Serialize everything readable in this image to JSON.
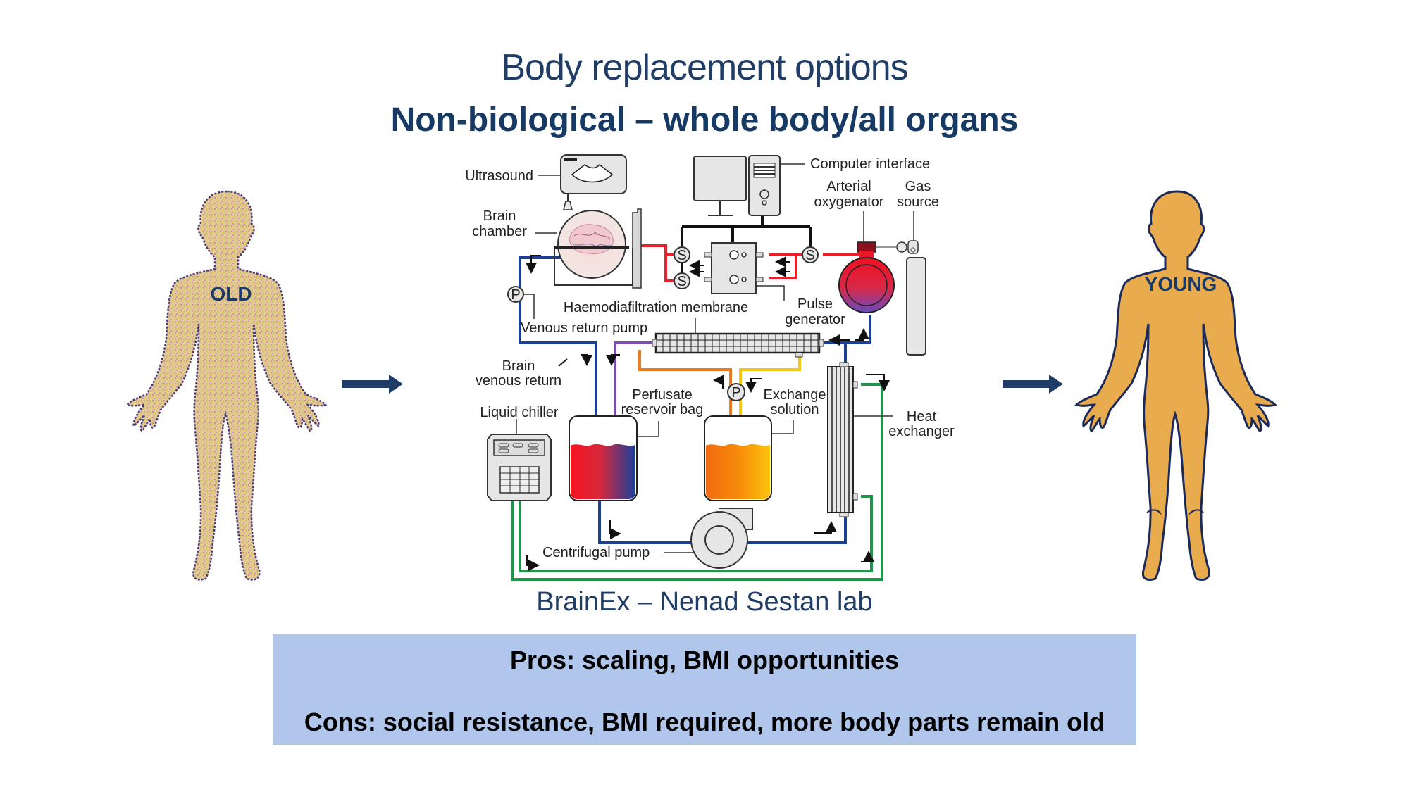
{
  "slide": {
    "title": "Body replacement options",
    "subtitle": "Non-biological – whole body/all organs",
    "caption": "BrainEx – Nenad Sestan lab"
  },
  "figures": {
    "old": {
      "label": "OLD",
      "fill": "#d9b98a",
      "outline": "#4a3a7a"
    },
    "young": {
      "label": "YOUNG",
      "fill": "#e8ac4e",
      "outline": "#1b2a5a"
    },
    "arrow_color": "#1f3d66"
  },
  "diagram": {
    "labels": {
      "ultrasound": "Ultrasound",
      "brain_chamber_1": "Brain",
      "brain_chamber_2": "chamber",
      "computer_interface": "Computer interface",
      "arterial_1": "Arterial",
      "arterial_2": "oxygenator",
      "gas_1": "Gas",
      "gas_2": "source",
      "haemo": "Haemodiafiltration membrane",
      "venous_pump": "Venous return pump",
      "pulse_1": "Pulse",
      "pulse_2": "generator",
      "brain_venous_1": "Brain",
      "brain_venous_2": "venous return",
      "liquid_chiller": "Liquid chiller",
      "perfusate_1": "Perfusate",
      "perfusate_2": "reservoir bag",
      "exchange_1": "Exchange",
      "exchange_2": "solution",
      "heat_1": "Heat",
      "heat_2": "exchanger",
      "centrifugal": "Centrifugal pump"
    },
    "valve_symbol": "S",
    "pump_symbol": "P",
    "colors": {
      "arterial": "#e8202a",
      "venous": "#1a3f93",
      "purple": "#7a4fb0",
      "orange": "#f07a1a",
      "yellow": "#f5c518",
      "coolant": "#22934a",
      "device": "#e6e6e6"
    }
  },
  "pros_cons": {
    "pros": "Pros: scaling, BMI opportunities",
    "cons": "Cons: social resistance, BMI required, more body parts remain old",
    "background": "#b0c6ea"
  }
}
